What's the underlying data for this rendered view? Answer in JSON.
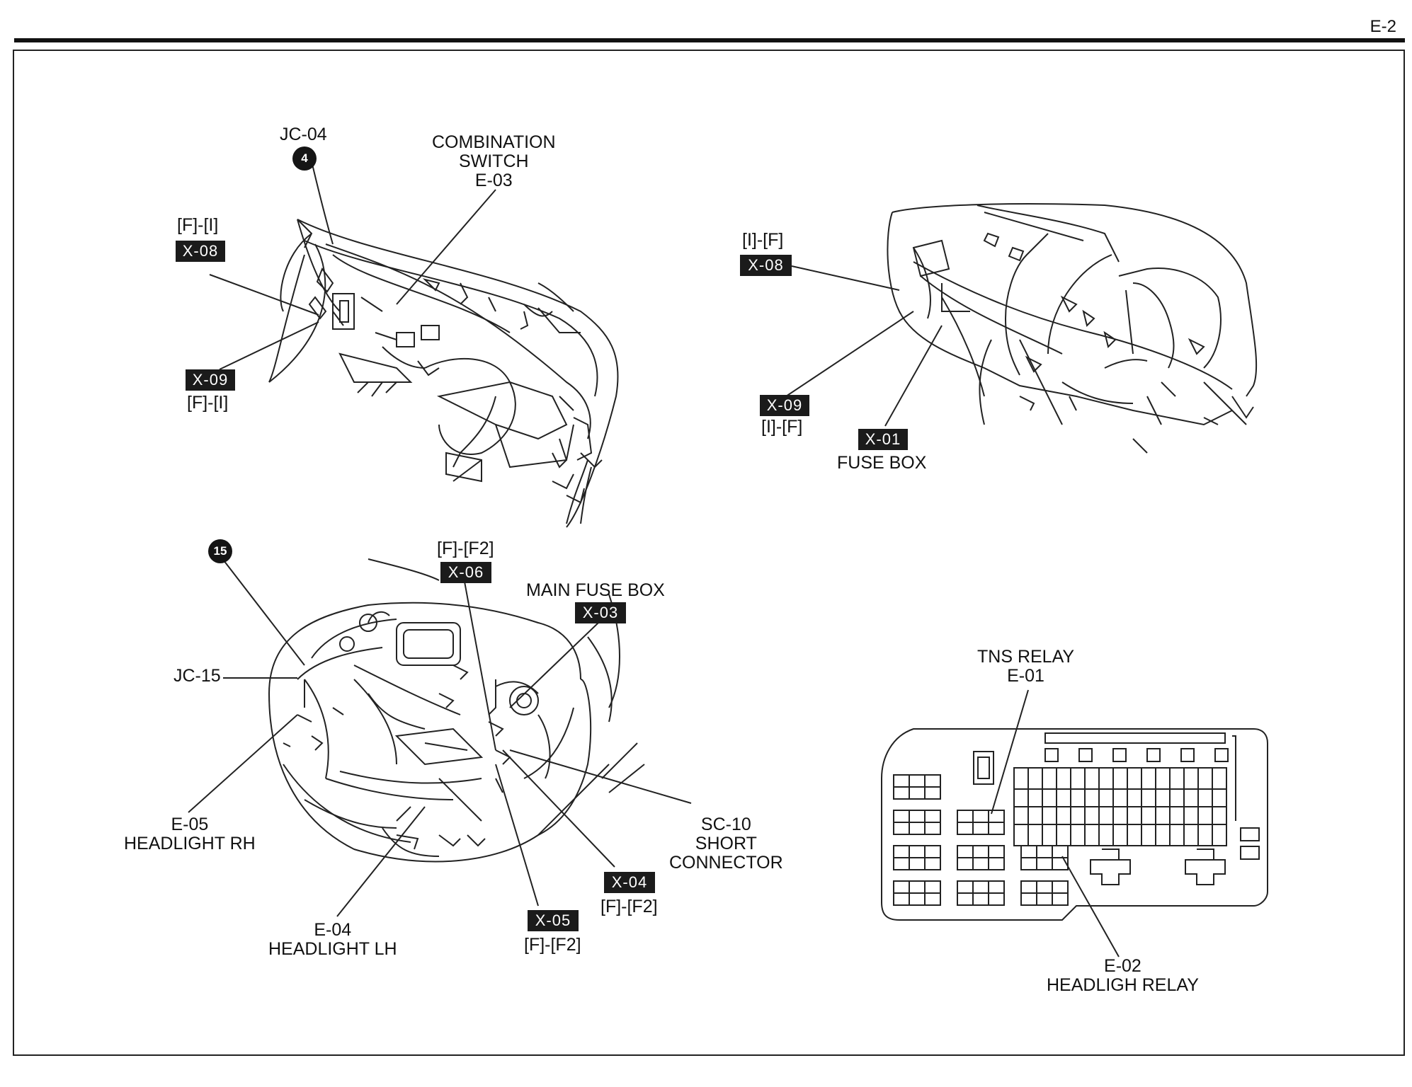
{
  "page_code": "E-2",
  "jc04": {
    "label": "JC-04",
    "badge": "4"
  },
  "combination_switch": {
    "line1": "COMBINATION",
    "line2": "SWITCH",
    "code": "E-03"
  },
  "dash_left": {
    "x08": {
      "range": "[F]-[I]",
      "code": "X-08"
    },
    "x09": {
      "code": "X-09",
      "range": "[F]-[I]"
    }
  },
  "dash_right": {
    "x08": {
      "range": "[I]-[F]",
      "code": "X-08"
    },
    "x09": {
      "code": "X-09",
      "range": "[I]-[F]"
    },
    "x01": {
      "code": "X-01",
      "label": "FUSE BOX"
    }
  },
  "engine": {
    "jc15_badge": "15",
    "jc15_label": "JC-15",
    "x06": {
      "range": "[F]-[F2]",
      "code": "X-06"
    },
    "main_fuse": {
      "label": "MAIN FUSE BOX",
      "code": "X-03"
    },
    "sc10": {
      "line1": "SC-10",
      "line2": "SHORT",
      "line3": "CONNECTOR"
    },
    "x04": {
      "code": "X-04",
      "range": "[F]-[F2]"
    },
    "x05": {
      "code": "X-05",
      "range": "[F]-[F2]"
    },
    "e05": {
      "code": "E-05",
      "label": "HEADLIGHT RH"
    },
    "e04": {
      "code": "E-04",
      "label": "HEADLIGHT LH"
    }
  },
  "relay_box": {
    "tns": {
      "label": "TNS RELAY",
      "code": "E-01"
    },
    "headlight": {
      "code": "E-02",
      "label": "HEADLIGH RELAY"
    }
  }
}
